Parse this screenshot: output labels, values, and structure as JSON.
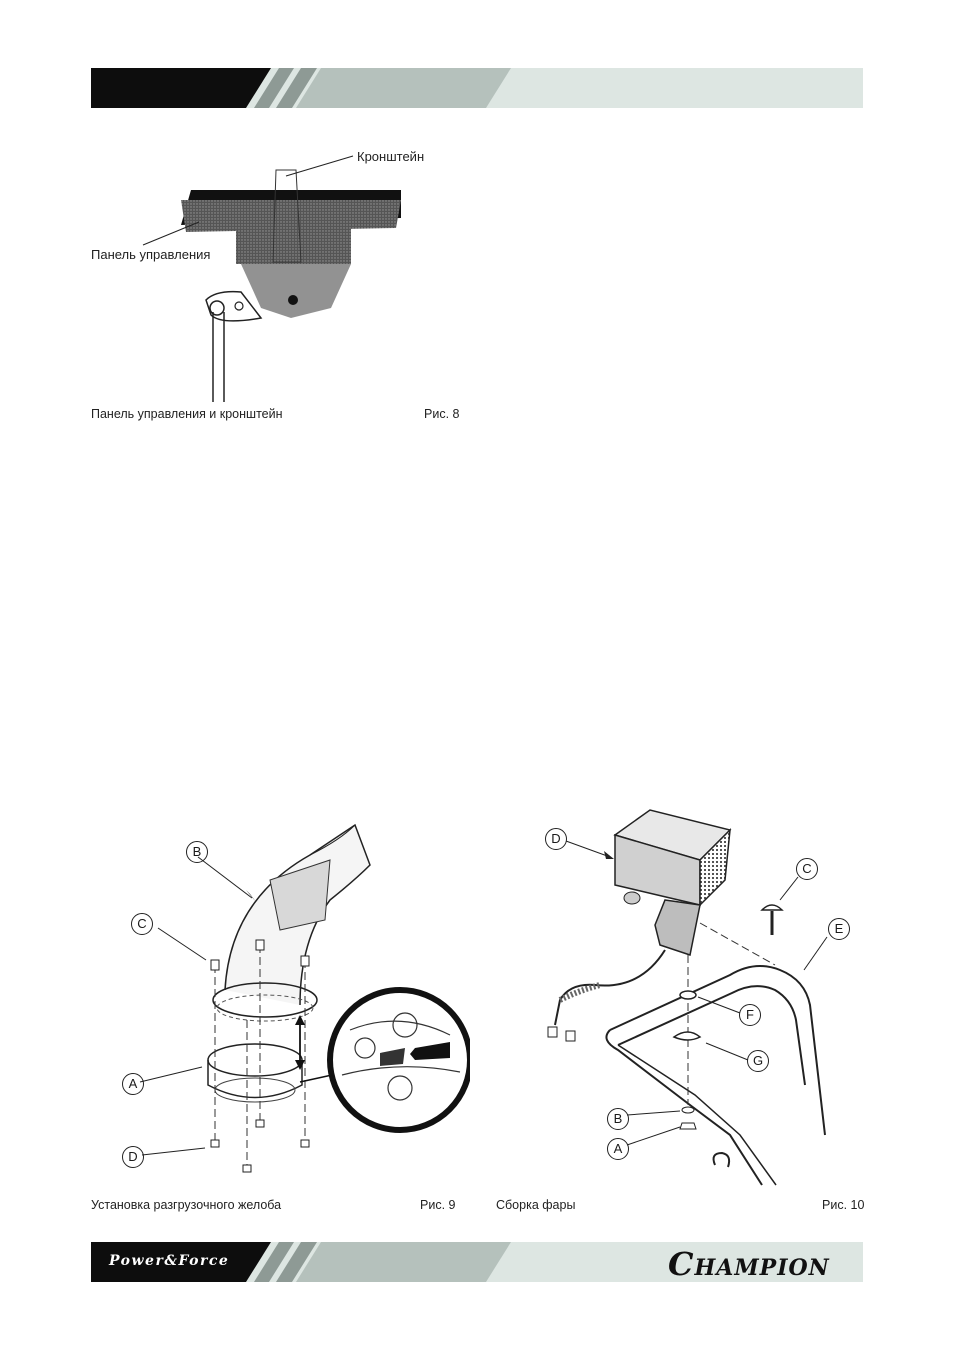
{
  "fig8": {
    "label_bracket": "Кронштейн",
    "label_panel": "Панель управления",
    "caption": "Панель управления и кронштейн",
    "number": "Рис. 8"
  },
  "fig9": {
    "callouts": [
      "B",
      "C",
      "A",
      "D"
    ],
    "caption": "Установка разгрузочного желоба",
    "number": "Рис. 9"
  },
  "fig10": {
    "callouts": [
      "D",
      "C",
      "E",
      "F",
      "G",
      "B",
      "A"
    ],
    "caption": "Сборка фары",
    "number": "Рис. 10"
  },
  "footer": {
    "brand_left": "Power&Force",
    "brand_right_initial": "C",
    "brand_right_rest": "HAMPION"
  },
  "colors": {
    "band_dark": "#0d0d0d",
    "band_mid": "#b5c1bc",
    "band_light": "#dde6e2"
  }
}
